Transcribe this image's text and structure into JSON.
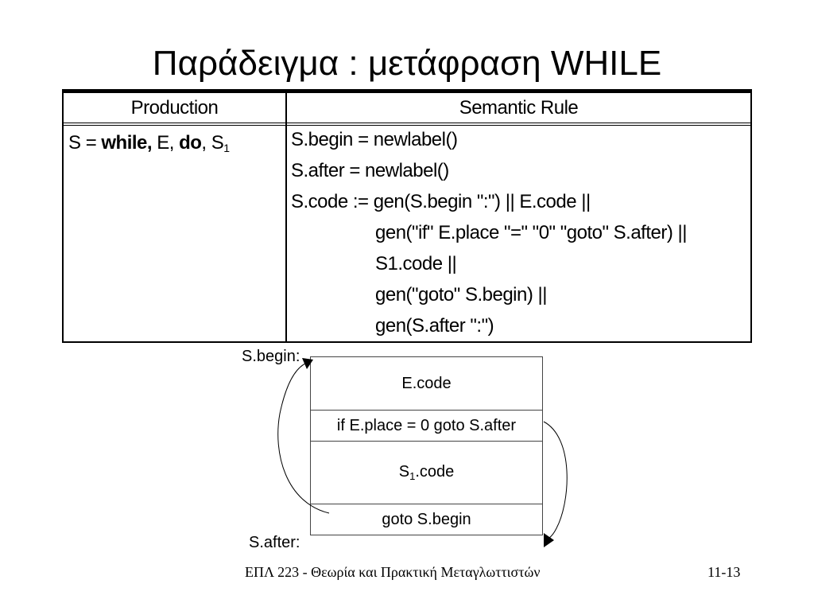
{
  "slide": {
    "title": "Παράδειγμα : μετάφραση WHILE"
  },
  "table": {
    "headers": {
      "production": "Production",
      "semantic_rule": "Semantic Rule"
    },
    "production": {
      "lhs": "S",
      "arrow": "=",
      "kw_while": "while,",
      "e": "E,",
      "kw_do": "do",
      "comma": ",",
      "s": "S",
      "s_sub": "1"
    },
    "semantic_lines": [
      "S.begin = newlabel()",
      "S.after = newlabel()",
      "S.code := gen(S.begin \":\") || E.code ||",
      "gen(\"if\" E.place \"=\" \"0\" \"goto\" S.after) ||",
      "S1.code ||",
      "gen(\"goto\" S.begin) ||",
      "gen(S.after \":\")"
    ]
  },
  "diagram": {
    "label_begin": "S.begin:",
    "label_after": "S.after:",
    "block_ecode": "E.code",
    "block_if": "if E.place = 0 goto S.after",
    "block_s1_main": "S",
    "block_s1_sub": "1",
    "block_s1_rest": ".code",
    "block_goto": "goto S.begin"
  },
  "footer": {
    "course": "ΕΠΛ 223 - Θεωρία και Πρακτική Μεταγλωττιστών",
    "page": "11-13"
  }
}
